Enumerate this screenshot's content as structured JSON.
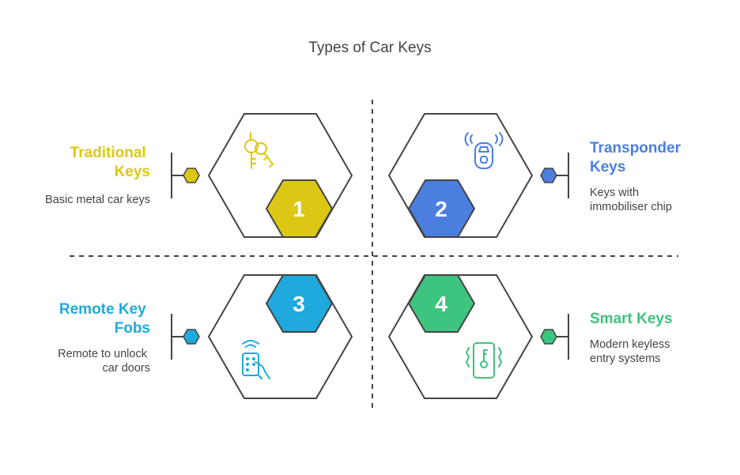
{
  "title": "Types of Car Keys",
  "items": [
    {
      "number": "1",
      "title_lines": [
        "Traditional",
        "Keys"
      ],
      "desc_lines": [
        "Basic metal car keys"
      ],
      "color": "#DCC714",
      "icon": "keys-icon"
    },
    {
      "number": "2",
      "title_lines": [
        "Transponder",
        "Keys"
      ],
      "desc_lines": [
        "Keys with",
        "immobiliser chip"
      ],
      "color": "#4A7FE0",
      "icon": "car-key-signal-icon"
    },
    {
      "number": "3",
      "title_lines": [
        "Remote Key",
        "Fobs"
      ],
      "desc_lines": [
        "Remote to unlock",
        "car doors"
      ],
      "color": "#1FA9DD",
      "icon": "remote-fob-hand-icon"
    },
    {
      "number": "4",
      "title_lines": [
        "Smart Keys"
      ],
      "desc_lines": [
        "Modern keyless",
        "entry systems"
      ],
      "color": "#3DC47E",
      "icon": "smart-key-icon"
    }
  ],
  "colors": {
    "line": "#444444",
    "text": "#444444"
  }
}
